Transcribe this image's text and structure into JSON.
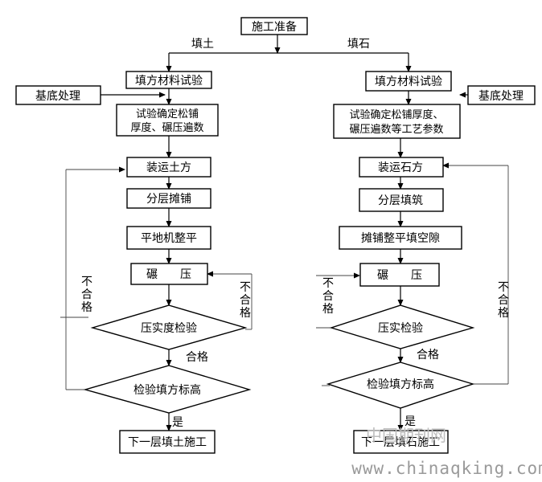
{
  "nodes": {
    "start": "施工准备",
    "branch_left": "填土",
    "branch_right": "填石",
    "l_test": "填方材料试验",
    "l_base": "基底处理",
    "l_param_1": "试验确定松铺",
    "l_param_2": "厚度、碾压遍数",
    "l_load": "装运土方",
    "l_spread": "分层摊铺",
    "l_level": "平地机整平",
    "l_roll": "碾　　压",
    "l_compact": "压实度检验",
    "l_pass": "合格",
    "l_elev": "检验填方标高",
    "l_yes": "是",
    "l_next": "下一层填土施工",
    "l_fail_outer": "不合格",
    "l_fail_inner": "不合格",
    "r_test": "填方材料试验",
    "r_base": "基底处理",
    "r_param_1": "试验确定松铺厚度、",
    "r_param_2": "碾压遍数等工艺参数",
    "r_load": "装运石方",
    "r_fill": "分层填筑",
    "r_level": "摊铺整平填空隙",
    "r_roll": "碾　　压",
    "r_compact": "压实检验",
    "r_pass": "合格",
    "r_elev": "检验填方标高",
    "r_yes": "是",
    "r_next": "下一层填石施工",
    "r_fail_inner": "不合格",
    "r_fail_outer": "不合格"
  },
  "watermark": {
    "cn": "中国期刊网",
    "url": "www.chinaqking.com"
  }
}
